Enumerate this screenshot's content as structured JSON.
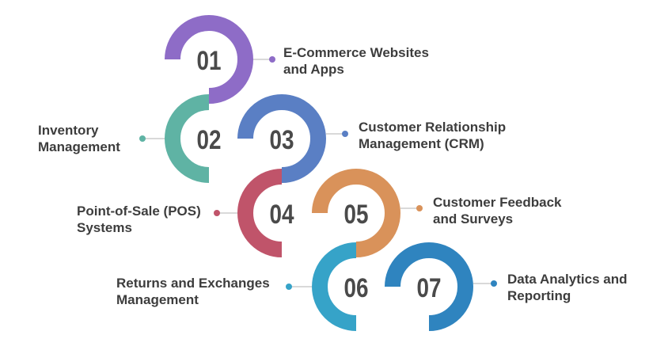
{
  "items": [
    {
      "number": "01",
      "label": [
        "E-Commerce Websites",
        "and Apps"
      ],
      "color": "#8E6CC7"
    },
    {
      "number": "02",
      "label": [
        "Inventory",
        "Management"
      ],
      "color": "#5FB3A4"
    },
    {
      "number": "03",
      "label": [
        "Customer Relationship",
        "Management (CRM)"
      ],
      "color": "#5A7FC4"
    },
    {
      "number": "04",
      "label": [
        "Point-of-Sale (POS)",
        "Systems"
      ],
      "color": "#C0546A"
    },
    {
      "number": "05",
      "label": [
        "Customer Feedback",
        "and Surveys"
      ],
      "color": "#D9925A"
    },
    {
      "number": "06",
      "label": [
        "Returns and Exchanges",
        "Management"
      ],
      "color": "#36A3C8"
    },
    {
      "number": "07",
      "label": [
        "Data Analytics and",
        "Reporting"
      ],
      "color": "#2F84BF"
    }
  ],
  "number_color": "#4a4a4a",
  "connector_color": "#d9d9d9"
}
